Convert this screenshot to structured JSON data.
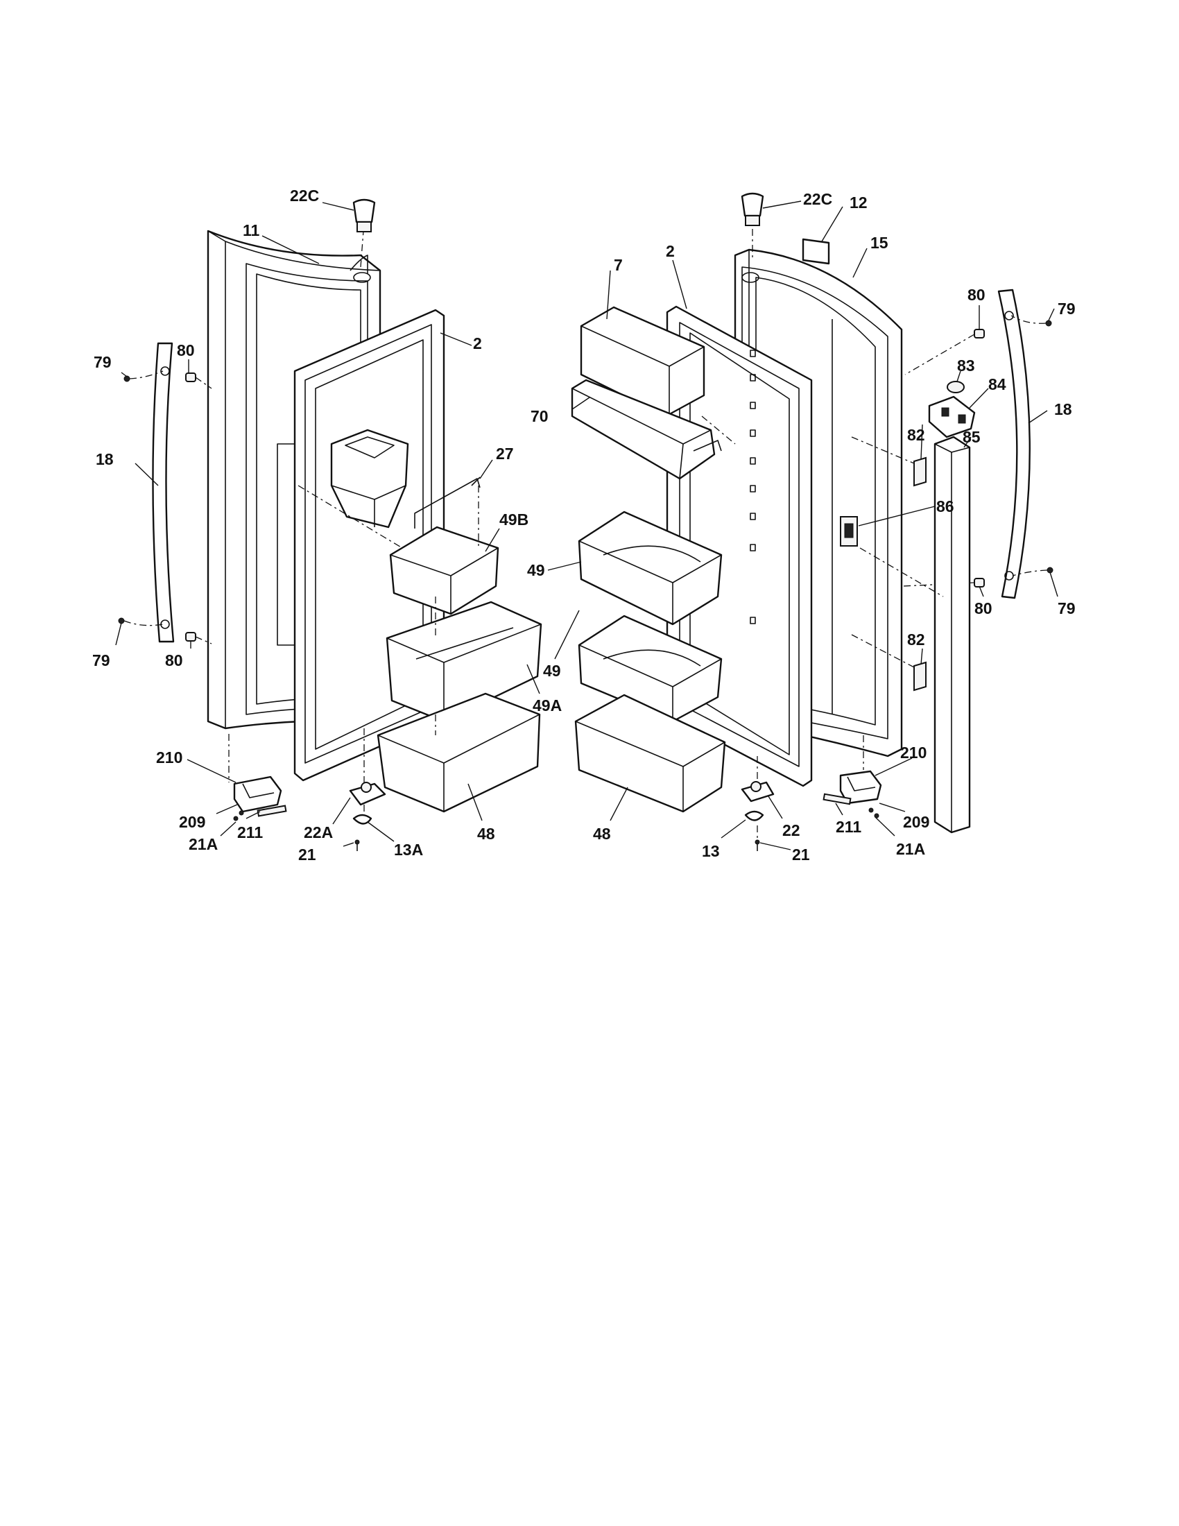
{
  "labels": {
    "l_22C_left": "22C",
    "l_11": "11",
    "l_2_left": "2",
    "l_79_tl": "79",
    "l_80_tl": "80",
    "l_18_left": "18",
    "l_27": "27",
    "l_49B": "49B",
    "l_79_bl": "79",
    "l_80_bl": "80",
    "l_49A": "49A",
    "l_210_left": "210",
    "l_209_left": "209",
    "l_211_left": "211",
    "l_21A_left": "21A",
    "l_22A": "22A",
    "l_13A": "13A",
    "l_21_left": "21",
    "l_48_left": "48",
    "l_22C_right": "22C",
    "l_12": "12",
    "l_15": "15",
    "l_7": "7",
    "l_2_right": "2",
    "l_70": "70",
    "l_80_tr": "80",
    "l_79_tr": "79",
    "l_83": "83",
    "l_84": "84",
    "l_18_right": "18",
    "l_82_top": "82",
    "l_85": "85",
    "l_86": "86",
    "l_49_top": "49",
    "l_49_mid": "49",
    "l_80_br": "80",
    "l_79_br": "79",
    "l_82_bot": "82",
    "l_210_right": "210",
    "l_209_right": "209",
    "l_211_right": "211",
    "l_21A_right": "21A",
    "l_48_right": "48",
    "l_13": "13",
    "l_22": "22",
    "l_21_right": "21"
  }
}
